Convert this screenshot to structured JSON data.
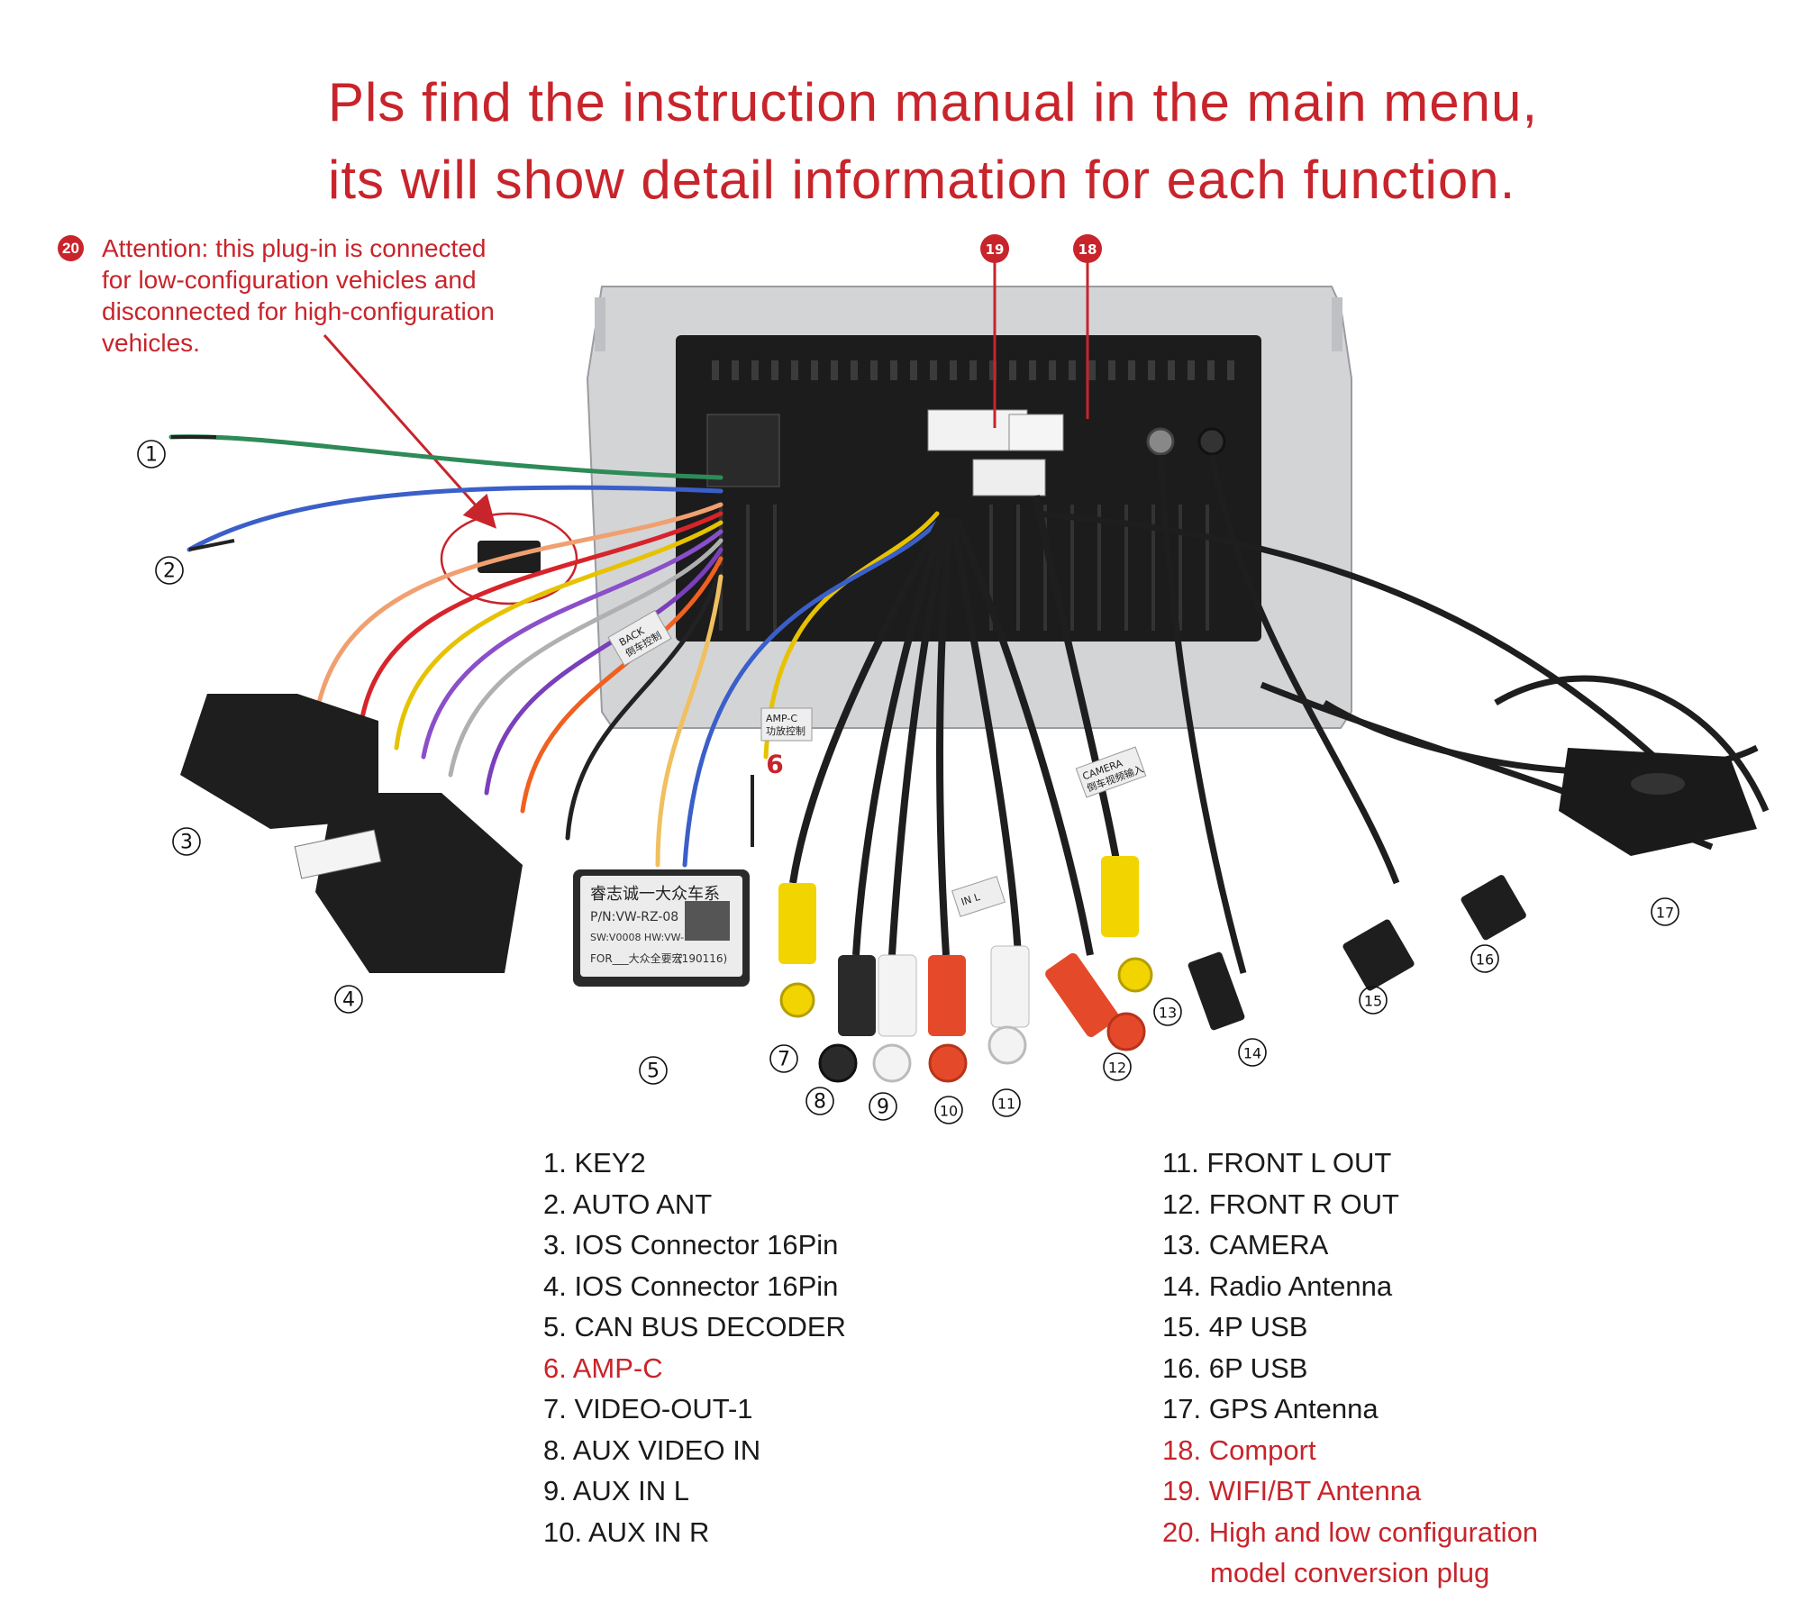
{
  "headline": {
    "line1": "Pls find the instruction manual in the main menu,",
    "line2": "its will show detail information for each function."
  },
  "attention": {
    "badge": "20",
    "line1": "Attention: this plug-in is connected",
    "line2": "for low-configuration vehicles and",
    "line3": "disconnected for high-configuration",
    "line4": "vehicles."
  },
  "diagram_labels": {
    "n1": "1",
    "n2": "2",
    "n3": "3",
    "n4": "4",
    "n5": "5",
    "n6": "6",
    "n7": "7",
    "n8": "8",
    "n9": "9",
    "n10": "10",
    "n11": "11",
    "n12": "12",
    "n13": "13",
    "n14": "14",
    "n15": "15",
    "n16": "16",
    "n17": "17",
    "n18": "18",
    "n19": "19",
    "tag_back": "BACK",
    "tag_back_cn": "倒车控制",
    "tag_ampc": "AMP-C",
    "tag_ampc_cn": "功放控制",
    "tag_camera": "CAMERA",
    "tag_camera_cn": "倒车视频输入",
    "tag_in_l": "IN L",
    "decoder_line1": "睿志诚一大众车系",
    "decoder_line2": "P/N:VW-RZ-08",
    "decoder_line3": "SW:V0008 HW:VW-NC02",
    "decoder_line4": "FOR___大众全要宏",
    "decoder_line5": "(190116)"
  },
  "legend_left": [
    {
      "text": "1.  KEY2",
      "highlight": false
    },
    {
      "text": "2.  AUTO ANT",
      "highlight": false
    },
    {
      "text": "3.  IOS Connector 16Pin",
      "highlight": false
    },
    {
      "text": "4.  IOS Connector 16Pin",
      "highlight": false
    },
    {
      "text": "5.  CAN BUS DECODER",
      "highlight": false
    },
    {
      "text": "6.  AMP-C",
      "highlight": true
    },
    {
      "text": "7.  VIDEO-OUT-1",
      "highlight": false
    },
    {
      "text": "8.  AUX VIDEO IN",
      "highlight": false
    },
    {
      "text": "9.  AUX IN L",
      "highlight": false
    },
    {
      "text": "10. AUX IN R",
      "highlight": false
    }
  ],
  "legend_right": [
    {
      "text": "11. FRONT L OUT",
      "highlight": false
    },
    {
      "text": "12. FRONT R OUT",
      "highlight": false
    },
    {
      "text": "13. CAMERA",
      "highlight": false
    },
    {
      "text": "14. Radio Antenna",
      "highlight": false
    },
    {
      "text": "15. 4P USB",
      "highlight": false
    },
    {
      "text": "16. 6P USB",
      "highlight": false
    },
    {
      "text": "17. GPS Antenna",
      "highlight": false
    },
    {
      "text": "18. Comport",
      "highlight": true
    },
    {
      "text": "19. WIFI/BT Antenna",
      "highlight": true
    },
    {
      "text": "20. High and low configuration",
      "highlight": true
    },
    {
      "text": "model conversion plug",
      "highlight": true,
      "indent": true
    }
  ],
  "colors": {
    "accent_red": "#c8242b",
    "text": "#1a1a1a",
    "panel_silver": "#cfcfd1",
    "unit_black": "#1c1c1c"
  }
}
